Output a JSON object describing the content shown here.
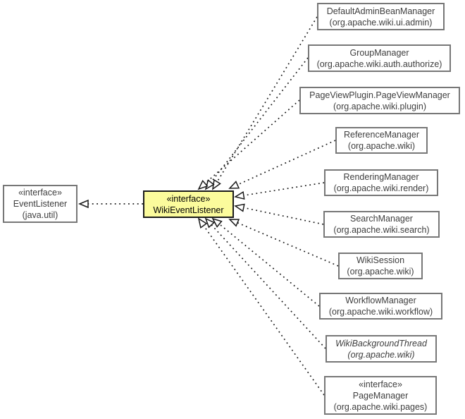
{
  "diagram": {
    "kind": "uml-class-diagram",
    "colors": {
      "focus_fill": "#fbfb9c",
      "focus_border": "#1a1a1a",
      "box_border": "#777777",
      "box_text": "#3e3e3e",
      "edge": "#1a1a1a"
    }
  },
  "nodes": {
    "superinterface": {
      "stereotype": "«interface»",
      "name": "EventListener",
      "package": "(java.util)"
    },
    "focus": {
      "stereotype": "«interface»",
      "name": "WikiEventListener"
    },
    "implementers": [
      {
        "name": "DefaultAdminBeanManager",
        "package": "(org.apache.wiki.ui.admin)"
      },
      {
        "name": "GroupManager",
        "package": "(org.apache.wiki.auth.authorize)"
      },
      {
        "name": "PageViewPlugin.PageViewManager",
        "package": "(org.apache.wiki.plugin)"
      },
      {
        "name": "ReferenceManager",
        "package": "(org.apache.wiki)"
      },
      {
        "name": "RenderingManager",
        "package": "(org.apache.wiki.render)"
      },
      {
        "name": "SearchManager",
        "package": "(org.apache.wiki.search)"
      },
      {
        "name": "WikiSession",
        "package": "(org.apache.wiki)"
      },
      {
        "name": "WorkflowManager",
        "package": "(org.apache.wiki.workflow)"
      },
      {
        "name": "WikiBackgroundThread",
        "package": "(org.apache.wiki)",
        "abstract": true
      },
      {
        "stereotype": "«interface»",
        "name": "PageManager",
        "package": "(org.apache.wiki.pages)"
      }
    ]
  },
  "relationships": {
    "extends": [
      {
        "from": "WikiEventListener",
        "to": "EventListener",
        "style": "dotted",
        "arrow": "hollow-triangle"
      }
    ],
    "realizes": [
      {
        "from": "DefaultAdminBeanManager",
        "to": "WikiEventListener",
        "style": "dotted",
        "arrow": "hollow-triangle"
      },
      {
        "from": "GroupManager",
        "to": "WikiEventListener",
        "style": "dotted",
        "arrow": "hollow-triangle"
      },
      {
        "from": "PageViewPlugin.PageViewManager",
        "to": "WikiEventListener",
        "style": "dotted",
        "arrow": "hollow-triangle"
      },
      {
        "from": "ReferenceManager",
        "to": "WikiEventListener",
        "style": "dotted",
        "arrow": "hollow-triangle"
      },
      {
        "from": "RenderingManager",
        "to": "WikiEventListener",
        "style": "dotted",
        "arrow": "hollow-triangle"
      },
      {
        "from": "SearchManager",
        "to": "WikiEventListener",
        "style": "dotted",
        "arrow": "hollow-triangle"
      },
      {
        "from": "WikiSession",
        "to": "WikiEventListener",
        "style": "dotted",
        "arrow": "hollow-triangle"
      },
      {
        "from": "WorkflowManager",
        "to": "WikiEventListener",
        "style": "dotted",
        "arrow": "hollow-triangle"
      },
      {
        "from": "WikiBackgroundThread",
        "to": "WikiEventListener",
        "style": "dotted",
        "arrow": "hollow-triangle"
      },
      {
        "from": "PageManager",
        "to": "WikiEventListener",
        "style": "dotted",
        "arrow": "hollow-triangle"
      }
    ]
  }
}
